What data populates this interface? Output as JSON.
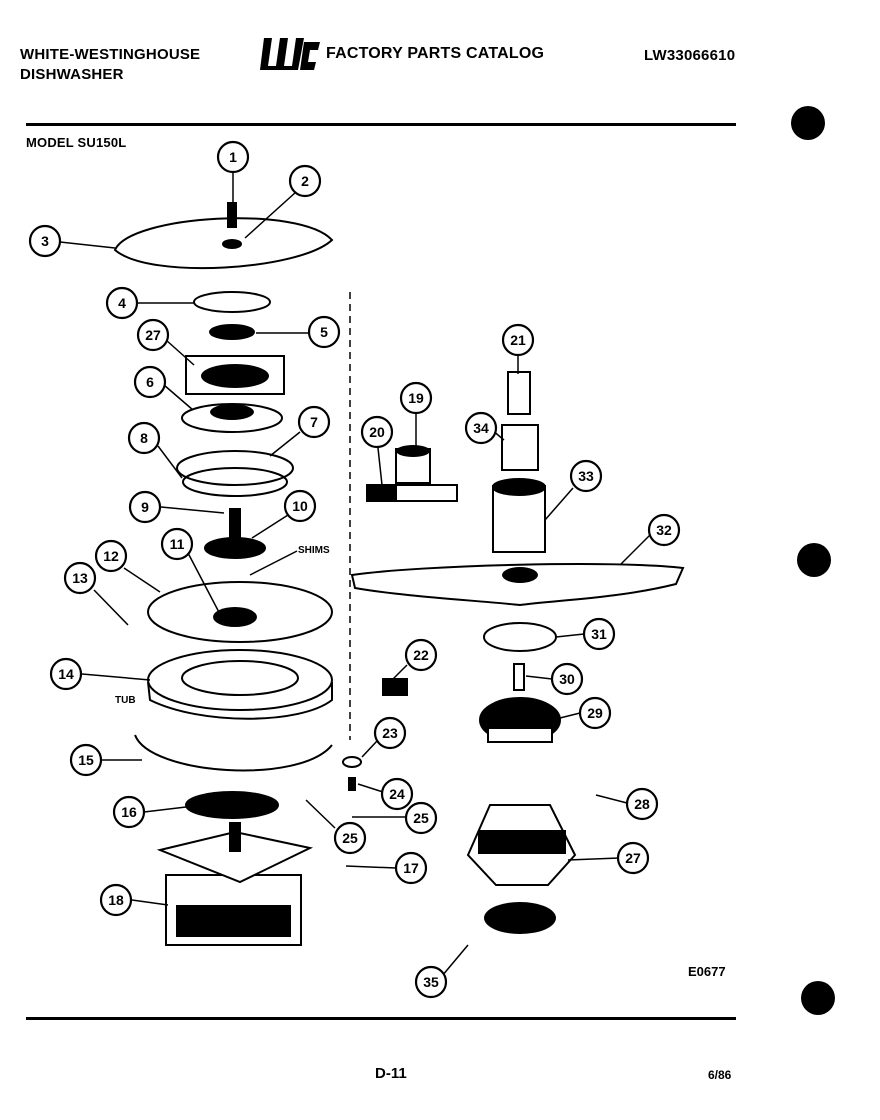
{
  "header": {
    "brand_line1": "WHITE-WESTINGHOUSE",
    "brand_line2": "DISHWASHER",
    "catalog_title": "FACTORY PARTS CATALOG",
    "logo_text": "WCI",
    "catalog_code": "LW33066610",
    "model": "MODEL SU150L"
  },
  "diagram": {
    "drawing_number": "E0677",
    "labels": {
      "shims": "SHIMS",
      "tub": "TUB"
    },
    "callouts": [
      "1",
      "2",
      "3",
      "4",
      "5",
      "27",
      "6",
      "7",
      "8",
      "9",
      "10",
      "11",
      "12",
      "13",
      "14",
      "15",
      "16",
      "25",
      "17",
      "18",
      "19",
      "20",
      "21",
      "34",
      "33",
      "32",
      "22",
      "31",
      "30",
      "29",
      "23",
      "24",
      "25",
      "28",
      "27",
      "35"
    ]
  },
  "footer": {
    "page": "D-11",
    "date": "6/86"
  }
}
